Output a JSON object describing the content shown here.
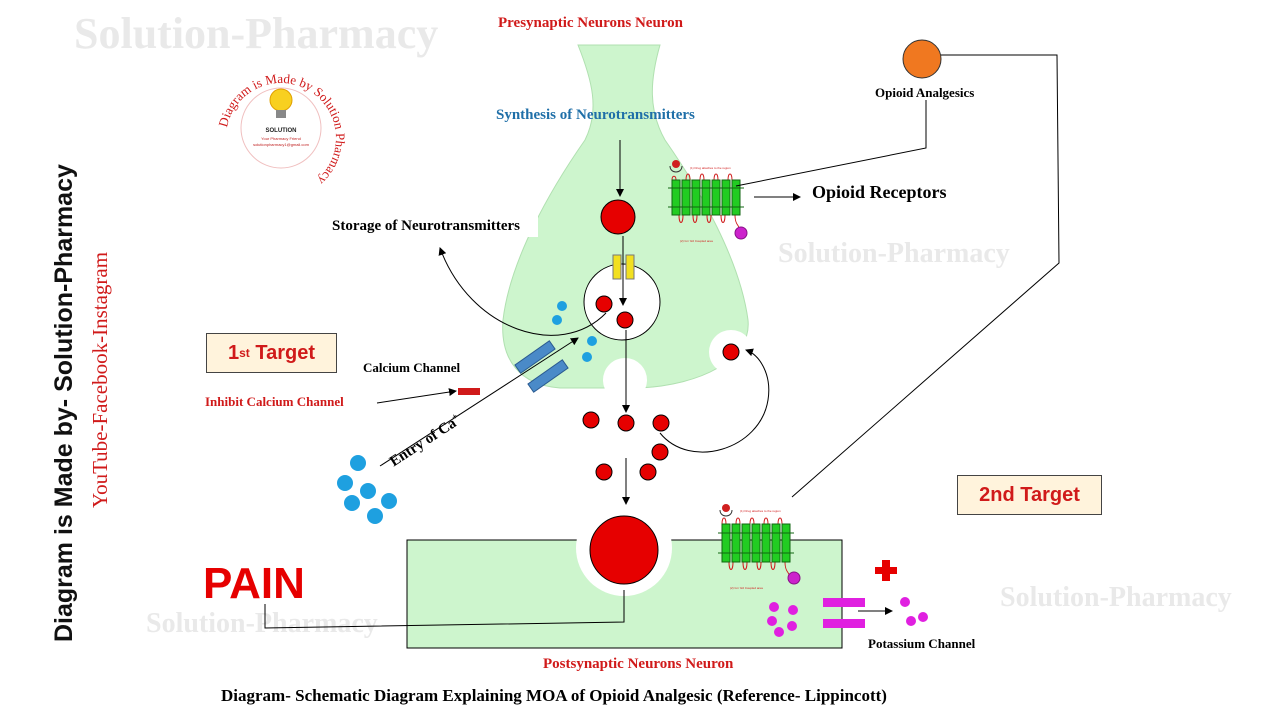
{
  "watermarks": {
    "top_left": "Solution-Pharmacy",
    "mid_right": "Solution-Pharmacy",
    "bottom_left": "Solution-Pharmacy",
    "bottom_right": "Solution-Pharmacy"
  },
  "side_credit": {
    "main": "Diagram is Made by- Solution-Pharmacy",
    "social": "YouTube-Facebook-Instagram"
  },
  "stamp": {
    "ring_text": "Diagram is Made by Solution Pharmacy",
    "brand": "SOLUTION",
    "tagline": "Your Pharmacy Friend",
    "email": "solutionpharmacy1@gmail.com"
  },
  "labels": {
    "presynaptic": "Presynaptic Neurons  Neuron",
    "synthesis": "Synthesis of Neurotransmitters",
    "storage": "Storage of Neurotransmitters",
    "opioid_analgesics": "Opioid Analgesics",
    "opioid_receptors": "Opioid Receptors",
    "calcium_channel": "Calcium Channel",
    "inhibit_calcium": "Inhibit Calcium Channel",
    "entry_ca": "Entry of Ca",
    "entry_ca_sup": "+",
    "pain": "PAIN",
    "postsynaptic": "Postsynaptic Neurons  Neuron",
    "potassium_channel": "Potassium Channel",
    "caption": "Diagram- Schematic Diagram Explaining MOA of Opioid Analgesic (Reference- Lippincott)",
    "receptor_small_1": "(1) Drug attaches to the region",
    "receptor_small_2": "(2) Gi / G0 Coupled area",
    "plus_sign": "+"
  },
  "targets": {
    "first_prefix": "1",
    "first_sup": "st",
    "first_suffix": " Target",
    "second": "2nd Target"
  },
  "colors": {
    "neuron_fill": "#cdf5cd",
    "neurotransmitter": "#e60000",
    "calcium": "#1ea0e0",
    "potassium": "#e020e0",
    "opioid": "#f07820",
    "receptor": "#22cc22",
    "channel_blue": "#4a8ac8",
    "channel_yellow": "#f2e020",
    "accent_red": "#d01a1a"
  }
}
